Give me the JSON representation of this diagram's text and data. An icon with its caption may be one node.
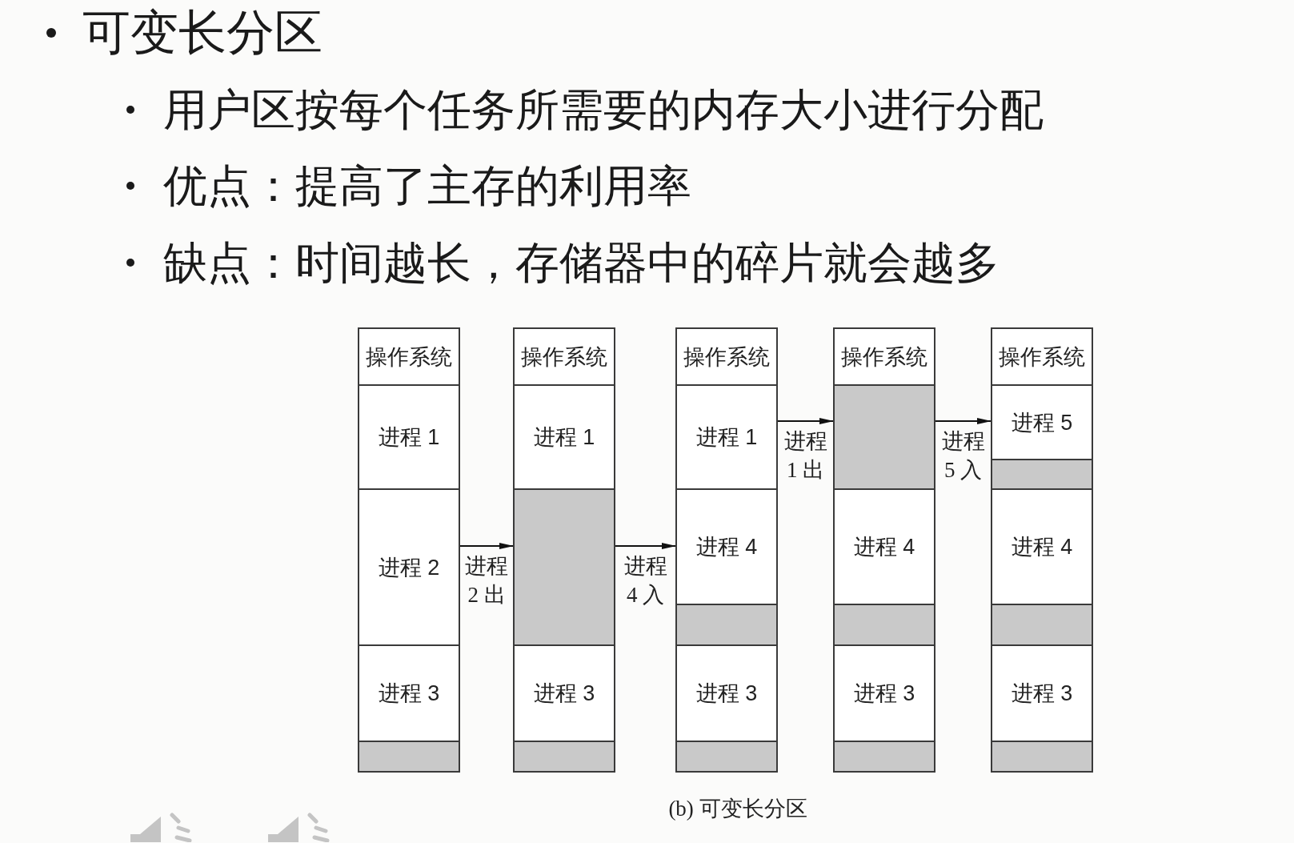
{
  "diagram": {
    "title": "可变长分区",
    "caption": "(b) 可变长分区",
    "nodes": [
      {
        "text": [],
        "shape": "box"
      },
      {
        "text": [
          "操作系统"
        ],
        "in": 0
      },
      {
        "text": [
          "进程 1"
        ],
        "in": 0
      },
      {
        "text": [
          "进程 2"
        ],
        "in": 0
      },
      {
        "text": [
          "进程 3"
        ],
        "in": 0
      },
      {
        "text": [],
        "shape": "box",
        "in": 0
      },
      {
        "text": [],
        "shape": "box"
      },
      {
        "text": [
          "操作系统"
        ],
        "in": 6
      },
      {
        "text": [
          "进程 1"
        ],
        "in": 6
      },
      {
        "text": [],
        "shape": "box",
        "in": 6
      },
      {
        "text": [
          "进程 3"
        ],
        "in": 6
      },
      {
        "text": [],
        "shape": "box",
        "in": 6
      },
      {
        "text": [],
        "shape": "box"
      },
      {
        "text": [
          "操作系统"
        ],
        "in": 12
      },
      {
        "text": [
          "进程 1"
        ],
        "in": 12
      },
      {
        "text": [
          "进程 4"
        ],
        "in": 12
      },
      {
        "text": [],
        "shape": "box",
        "in": 12
      },
      {
        "text": [
          "进程 3"
        ],
        "in": 12
      },
      {
        "text": [],
        "shape": "box",
        "in": 12
      },
      {
        "text": [],
        "shape": "box"
      },
      {
        "text": [
          "操作系统"
        ],
        "in": 19
      },
      {
        "text": [],
        "shape": "box",
        "in": 19
      },
      {
        "text": [
          "进程 4"
        ],
        "in": 19
      },
      {
        "text": [],
        "shape": "box",
        "in": 19
      },
      {
        "text": [
          "进程 3"
        ],
        "in": 19
      },
      {
        "text": [],
        "shape": "box",
        "in": 19
      },
      {
        "text": [],
        "shape": "box"
      },
      {
        "text": [
          "操作系统"
        ],
        "in": 26
      },
      {
        "text": [
          "进程 5"
        ],
        "in": 26
      },
      {
        "text": [],
        "shape": "box",
        "in": 26
      },
      {
        "text": [
          "进程 4"
        ],
        "in": 26
      },
      {
        "text": [],
        "shape": "box",
        "in": 26
      },
      {
        "text": [
          "进程 3"
        ],
        "in": 26
      },
      {
        "text": [],
        "shape": "box",
        "in": 26
      }
    ],
    "edges": [
      {
        "from": 0,
        "to": 6,
        "arrow": "to",
        "label": "进程 2 出"
      },
      {
        "from": 6,
        "to": 12,
        "arrow": "to",
        "label": "进程 4 入"
      },
      {
        "from": 12,
        "to": 19,
        "arrow": "to",
        "label": "进程 1 出"
      },
      {
        "from": 19,
        "to": 26,
        "arrow": "to",
        "label": "进程 5 入"
      }
    ],
    "labels": [
      "用户区按每个任务所需要的内存大小进行分配",
      "优点：提高了主存的利用率",
      "缺点：时间越长，存储器中的碎片就会越多"
    ]
  }
}
